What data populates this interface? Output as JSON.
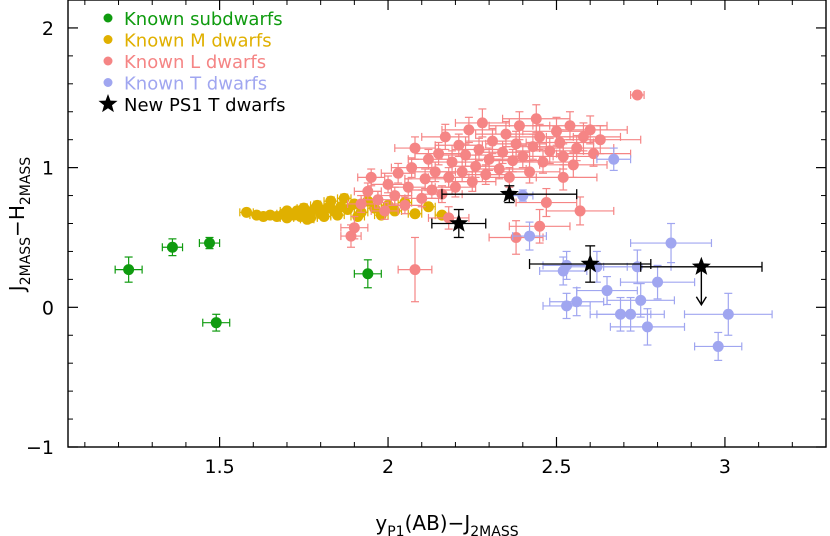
{
  "chart_data": {
    "type": "scatter",
    "xlabel": {
      "base": "y",
      "sub1": "P1",
      "mid": "(AB)−J",
      "sub2": "2MASS"
    },
    "ylabel": {
      "base": "J",
      "sub1": "2MASS",
      "mid": "−H",
      "sub2": "2MASS"
    },
    "xlim": [
      1.05,
      3.3
    ],
    "ylim": [
      -1.0,
      2.2
    ],
    "x_ticks": [
      "1.5",
      "2",
      "2.5",
      "3"
    ],
    "y_ticks": [
      "−1",
      "0",
      "1",
      "2"
    ],
    "grid": false,
    "legend_position": "top-left",
    "legend": [
      {
        "label": "Known subdwarfs",
        "color": "#0f9b0f",
        "marker": "circle"
      },
      {
        "label": "Known M dwarfs",
        "color": "#e0b000",
        "marker": "circle"
      },
      {
        "label": "Known L dwarfs",
        "color": "#f58585",
        "marker": "circle"
      },
      {
        "label": "Known T dwarfs",
        "color": "#a0a6f0",
        "marker": "circle"
      },
      {
        "label": "New PS1 T dwarfs",
        "color": "#000000",
        "marker": "star"
      }
    ],
    "series": [
      {
        "name": "Known subdwarfs",
        "color": "#0f9b0f",
        "points": [
          {
            "x": 1.23,
            "y": 0.27,
            "xerr": 0.04,
            "yerr": 0.09
          },
          {
            "x": 1.36,
            "y": 0.43,
            "xerr": 0.03,
            "yerr": 0.06
          },
          {
            "x": 1.47,
            "y": 0.46,
            "xerr": 0.03,
            "yerr": 0.04
          },
          {
            "x": 1.49,
            "y": -0.11,
            "xerr": 0.04,
            "yerr": 0.06
          },
          {
            "x": 1.94,
            "y": 0.24,
            "xerr": 0.04,
            "yerr": 0.1
          }
        ]
      },
      {
        "name": "Known M dwarfs",
        "color": "#e0b000",
        "points": [
          {
            "x": 1.58,
            "y": 0.68,
            "xerr": 0.02,
            "yerr": 0.02
          },
          {
            "x": 1.61,
            "y": 0.66,
            "xerr": 0.02,
            "yerr": 0.02
          },
          {
            "x": 1.63,
            "y": 0.65,
            "xerr": 0.02,
            "yerr": 0.02
          },
          {
            "x": 1.65,
            "y": 0.66,
            "xerr": 0.02,
            "yerr": 0.02
          },
          {
            "x": 1.67,
            "y": 0.65,
            "xerr": 0.02,
            "yerr": 0.02
          },
          {
            "x": 1.69,
            "y": 0.67,
            "xerr": 0.02,
            "yerr": 0.02
          },
          {
            "x": 1.7,
            "y": 0.64,
            "xerr": 0.02,
            "yerr": 0.02
          },
          {
            "x": 1.72,
            "y": 0.66,
            "xerr": 0.02,
            "yerr": 0.02
          },
          {
            "x": 1.73,
            "y": 0.69,
            "xerr": 0.02,
            "yerr": 0.02
          },
          {
            "x": 1.74,
            "y": 0.65,
            "xerr": 0.02,
            "yerr": 0.02
          },
          {
            "x": 1.75,
            "y": 0.71,
            "xerr": 0.02,
            "yerr": 0.03
          },
          {
            "x": 1.76,
            "y": 0.67,
            "xerr": 0.02,
            "yerr": 0.02
          },
          {
            "x": 1.77,
            "y": 0.64,
            "xerr": 0.02,
            "yerr": 0.02
          },
          {
            "x": 1.78,
            "y": 0.7,
            "xerr": 0.02,
            "yerr": 0.02
          },
          {
            "x": 1.79,
            "y": 0.73,
            "xerr": 0.02,
            "yerr": 0.03
          },
          {
            "x": 1.8,
            "y": 0.67,
            "xerr": 0.02,
            "yerr": 0.02
          },
          {
            "x": 1.81,
            "y": 0.65,
            "xerr": 0.02,
            "yerr": 0.02
          },
          {
            "x": 1.82,
            "y": 0.71,
            "xerr": 0.02,
            "yerr": 0.02
          },
          {
            "x": 1.83,
            "y": 0.76,
            "xerr": 0.02,
            "yerr": 0.03
          },
          {
            "x": 1.84,
            "y": 0.69,
            "xerr": 0.02,
            "yerr": 0.02
          },
          {
            "x": 1.85,
            "y": 0.66,
            "xerr": 0.02,
            "yerr": 0.02
          },
          {
            "x": 1.86,
            "y": 0.72,
            "xerr": 0.02,
            "yerr": 0.02
          },
          {
            "x": 1.87,
            "y": 0.78,
            "xerr": 0.02,
            "yerr": 0.03
          },
          {
            "x": 1.88,
            "y": 0.7,
            "xerr": 0.02,
            "yerr": 0.02
          },
          {
            "x": 1.9,
            "y": 0.74,
            "xerr": 0.02,
            "yerr": 0.02
          },
          {
            "x": 1.92,
            "y": 0.68,
            "xerr": 0.02,
            "yerr": 0.02
          },
          {
            "x": 1.94,
            "y": 0.76,
            "xerr": 0.02,
            "yerr": 0.02
          },
          {
            "x": 1.96,
            "y": 0.71,
            "xerr": 0.02,
            "yerr": 0.02
          },
          {
            "x": 1.98,
            "y": 0.66,
            "xerr": 0.02,
            "yerr": 0.02
          },
          {
            "x": 2.0,
            "y": 0.73,
            "xerr": 0.02,
            "yerr": 0.02
          },
          {
            "x": 2.02,
            "y": 0.69,
            "xerr": 0.02,
            "yerr": 0.02
          },
          {
            "x": 2.05,
            "y": 0.75,
            "xerr": 0.02,
            "yerr": 0.02
          },
          {
            "x": 2.08,
            "y": 0.67,
            "xerr": 0.02,
            "yerr": 0.02
          },
          {
            "x": 2.12,
            "y": 0.72,
            "xerr": 0.02,
            "yerr": 0.02
          },
          {
            "x": 2.16,
            "y": 0.66,
            "xerr": 0.02,
            "yerr": 0.02
          },
          {
            "x": 1.76,
            "y": 0.63,
            "xerr": 0.02,
            "yerr": 0.02
          },
          {
            "x": 1.7,
            "y": 0.69,
            "xerr": 0.02,
            "yerr": 0.02
          },
          {
            "x": 1.91,
            "y": 0.65,
            "xerr": 0.02,
            "yerr": 0.02
          }
        ]
      },
      {
        "name": "Known L dwarfs",
        "color": "#f58585",
        "points": [
          {
            "x": 1.89,
            "y": 0.51,
            "xerr": 0.03,
            "yerr": 0.08
          },
          {
            "x": 1.9,
            "y": 0.57,
            "xerr": 0.04,
            "yerr": 0.08
          },
          {
            "x": 1.92,
            "y": 0.74,
            "xerr": 0.04,
            "yerr": 0.06
          },
          {
            "x": 1.94,
            "y": 0.83,
            "xerr": 0.04,
            "yerr": 0.06
          },
          {
            "x": 1.95,
            "y": 0.93,
            "xerr": 0.04,
            "yerr": 0.06
          },
          {
            "x": 1.97,
            "y": 0.77,
            "xerr": 0.04,
            "yerr": 0.06
          },
          {
            "x": 1.99,
            "y": 0.69,
            "xerr": 0.04,
            "yerr": 0.06
          },
          {
            "x": 2.0,
            "y": 0.88,
            "xerr": 0.05,
            "yerr": 0.06
          },
          {
            "x": 2.02,
            "y": 0.8,
            "xerr": 0.05,
            "yerr": 0.06
          },
          {
            "x": 2.03,
            "y": 0.96,
            "xerr": 0.05,
            "yerr": 0.07
          },
          {
            "x": 2.05,
            "y": 0.73,
            "xerr": 0.05,
            "yerr": 0.06
          },
          {
            "x": 2.06,
            "y": 0.86,
            "xerr": 0.05,
            "yerr": 0.06
          },
          {
            "x": 2.07,
            "y": 1.0,
            "xerr": 0.06,
            "yerr": 0.07
          },
          {
            "x": 2.08,
            "y": 1.14,
            "xerr": 0.06,
            "yerr": 0.08
          },
          {
            "x": 2.08,
            "y": 0.27,
            "xerr": 0.05,
            "yerr": 0.23
          },
          {
            "x": 2.1,
            "y": 0.78,
            "xerr": 0.05,
            "yerr": 0.06
          },
          {
            "x": 2.11,
            "y": 0.92,
            "xerr": 0.06,
            "yerr": 0.07
          },
          {
            "x": 2.12,
            "y": 1.06,
            "xerr": 0.06,
            "yerr": 0.07
          },
          {
            "x": 2.13,
            "y": 0.84,
            "xerr": 0.06,
            "yerr": 0.06
          },
          {
            "x": 2.14,
            "y": 0.97,
            "xerr": 0.06,
            "yerr": 0.07
          },
          {
            "x": 2.15,
            "y": 1.1,
            "xerr": 0.07,
            "yerr": 0.08
          },
          {
            "x": 2.16,
            "y": 0.81,
            "xerr": 0.06,
            "yerr": 0.06
          },
          {
            "x": 2.17,
            "y": 1.22,
            "xerr": 0.07,
            "yerr": 0.09
          },
          {
            "x": 2.18,
            "y": 0.93,
            "xerr": 0.06,
            "yerr": 0.07
          },
          {
            "x": 2.19,
            "y": 1.04,
            "xerr": 0.07,
            "yerr": 0.08
          },
          {
            "x": 2.2,
            "y": 0.86,
            "xerr": 0.06,
            "yerr": 0.07
          },
          {
            "x": 2.21,
            "y": 1.16,
            "xerr": 0.07,
            "yerr": 0.08
          },
          {
            "x": 2.22,
            "y": 0.97,
            "xerr": 0.07,
            "yerr": 0.07
          },
          {
            "x": 2.23,
            "y": 1.09,
            "xerr": 0.07,
            "yerr": 0.08
          },
          {
            "x": 2.24,
            "y": 1.27,
            "xerr": 0.08,
            "yerr": 0.09
          },
          {
            "x": 2.25,
            "y": 0.9,
            "xerr": 0.07,
            "yerr": 0.07
          },
          {
            "x": 2.26,
            "y": 1.01,
            "xerr": 0.07,
            "yerr": 0.08
          },
          {
            "x": 2.27,
            "y": 1.13,
            "xerr": 0.08,
            "yerr": 0.08
          },
          {
            "x": 2.28,
            "y": 1.32,
            "xerr": 0.08,
            "yerr": 0.1
          },
          {
            "x": 2.29,
            "y": 0.95,
            "xerr": 0.07,
            "yerr": 0.07
          },
          {
            "x": 2.3,
            "y": 1.06,
            "xerr": 0.08,
            "yerr": 0.08
          },
          {
            "x": 2.31,
            "y": 1.19,
            "xerr": 0.08,
            "yerr": 0.09
          },
          {
            "x": 2.33,
            "y": 0.99,
            "xerr": 0.08,
            "yerr": 0.07
          },
          {
            "x": 2.34,
            "y": 1.11,
            "xerr": 0.08,
            "yerr": 0.08
          },
          {
            "x": 2.35,
            "y": 1.24,
            "xerr": 0.09,
            "yerr": 0.09
          },
          {
            "x": 2.36,
            "y": 0.93,
            "xerr": 0.08,
            "yerr": 0.07
          },
          {
            "x": 2.37,
            "y": 1.05,
            "xerr": 0.08,
            "yerr": 0.08
          },
          {
            "x": 2.38,
            "y": 1.17,
            "xerr": 0.09,
            "yerr": 0.09
          },
          {
            "x": 2.39,
            "y": 1.3,
            "xerr": 0.09,
            "yerr": 0.1
          },
          {
            "x": 2.4,
            "y": 1.08,
            "xerr": 0.09,
            "yerr": 0.08
          },
          {
            "x": 2.42,
            "y": 0.97,
            "xerr": 0.09,
            "yerr": 0.08
          },
          {
            "x": 2.43,
            "y": 1.15,
            "xerr": 0.09,
            "yerr": 0.09
          },
          {
            "x": 2.44,
            "y": 1.35,
            "xerr": 0.1,
            "yerr": 0.1
          },
          {
            "x": 2.45,
            "y": 1.22,
            "xerr": 0.1,
            "yerr": 0.09
          },
          {
            "x": 2.46,
            "y": 1.04,
            "xerr": 0.09,
            "yerr": 0.08
          },
          {
            "x": 2.47,
            "y": 0.75,
            "xerr": 0.09,
            "yerr": 0.1
          },
          {
            "x": 2.48,
            "y": 1.12,
            "xerr": 0.1,
            "yerr": 0.09
          },
          {
            "x": 2.5,
            "y": 1.26,
            "xerr": 0.1,
            "yerr": 0.1
          },
          {
            "x": 2.51,
            "y": 1.18,
            "xerr": 0.1,
            "yerr": 0.09
          },
          {
            "x": 2.52,
            "y": 1.08,
            "xerr": 0.1,
            "yerr": 0.09
          },
          {
            "x": 2.54,
            "y": 1.3,
            "xerr": 0.11,
            "yerr": 0.1
          },
          {
            "x": 2.55,
            "y": 1.02,
            "xerr": 0.1,
            "yerr": 0.09
          },
          {
            "x": 2.56,
            "y": 1.14,
            "xerr": 0.11,
            "yerr": 0.09
          },
          {
            "x": 2.57,
            "y": 0.69,
            "xerr": 0.1,
            "yerr": 0.1
          },
          {
            "x": 2.58,
            "y": 1.22,
            "xerr": 0.11,
            "yerr": 0.1
          },
          {
            "x": 2.6,
            "y": 1.27,
            "xerr": 0.11,
            "yerr": 0.1
          },
          {
            "x": 2.61,
            "y": 1.1,
            "xerr": 0.11,
            "yerr": 0.09
          },
          {
            "x": 2.63,
            "y": 1.2,
            "xerr": 0.12,
            "yerr": 0.1
          },
          {
            "x": 2.52,
            "y": 0.93,
            "xerr": 0.1,
            "yerr": 0.09
          },
          {
            "x": 2.38,
            "y": 0.5,
            "xerr": 0.08,
            "yerr": 0.12
          },
          {
            "x": 2.45,
            "y": 0.58,
            "xerr": 0.09,
            "yerr": 0.12
          },
          {
            "x": 2.18,
            "y": 0.64,
            "xerr": 0.06,
            "yerr": 0.08
          },
          {
            "x": 2.74,
            "y": 1.52,
            "xerr": 0.02,
            "yerr": 0.02
          }
        ]
      },
      {
        "name": "Known T dwarfs",
        "color": "#a0a6f0",
        "points": [
          {
            "x": 2.4,
            "y": 0.8,
            "xerr": 0.03,
            "yerr": 0.04
          },
          {
            "x": 2.42,
            "y": 0.51,
            "xerr": 0.05,
            "yerr": 0.1
          },
          {
            "x": 2.52,
            "y": 0.26,
            "xerr": 0.07,
            "yerr": 0.1
          },
          {
            "x": 2.53,
            "y": 0.01,
            "xerr": 0.07,
            "yerr": 0.09
          },
          {
            "x": 2.53,
            "y": 0.3,
            "xerr": 0.07,
            "yerr": 0.1
          },
          {
            "x": 2.56,
            "y": 0.04,
            "xerr": 0.08,
            "yerr": 0.1
          },
          {
            "x": 2.62,
            "y": 0.29,
            "xerr": 0.09,
            "yerr": 0.11
          },
          {
            "x": 2.65,
            "y": 0.12,
            "xerr": 0.09,
            "yerr": 0.1
          },
          {
            "x": 2.67,
            "y": 1.06,
            "xerr": 0.05,
            "yerr": 0.08
          },
          {
            "x": 2.69,
            "y": -0.05,
            "xerr": 0.09,
            "yerr": 0.12
          },
          {
            "x": 2.72,
            "y": -0.05,
            "xerr": 0.1,
            "yerr": 0.12
          },
          {
            "x": 2.74,
            "y": 0.29,
            "xerr": 0.1,
            "yerr": 0.12
          },
          {
            "x": 2.75,
            "y": 0.05,
            "xerr": 0.1,
            "yerr": 0.12
          },
          {
            "x": 2.77,
            "y": -0.14,
            "xerr": 0.11,
            "yerr": 0.13
          },
          {
            "x": 2.8,
            "y": 0.18,
            "xerr": 0.11,
            "yerr": 0.12
          },
          {
            "x": 2.84,
            "y": 0.46,
            "xerr": 0.12,
            "yerr": 0.14
          },
          {
            "x": 2.98,
            "y": -0.28,
            "xerr": 0.07,
            "yerr": 0.1
          },
          {
            "x": 3.01,
            "y": -0.05,
            "xerr": 0.13,
            "yerr": 0.15
          }
        ]
      },
      {
        "name": "New PS1 T dwarfs",
        "color": "#000000",
        "points": [
          {
            "x": 2.21,
            "y": 0.6,
            "xerr": 0.08,
            "yerr": 0.1,
            "upper_limit": false
          },
          {
            "x": 2.36,
            "y": 0.81,
            "xerr": 0.2,
            "yerr": 0.06,
            "upper_limit": false
          },
          {
            "x": 2.6,
            "y": 0.31,
            "xerr": 0.18,
            "yerr": 0.13,
            "upper_limit": false
          },
          {
            "x": 2.93,
            "y": 0.29,
            "xerr": 0.18,
            "yerr": 0.0,
            "upper_limit": true
          }
        ]
      }
    ]
  }
}
